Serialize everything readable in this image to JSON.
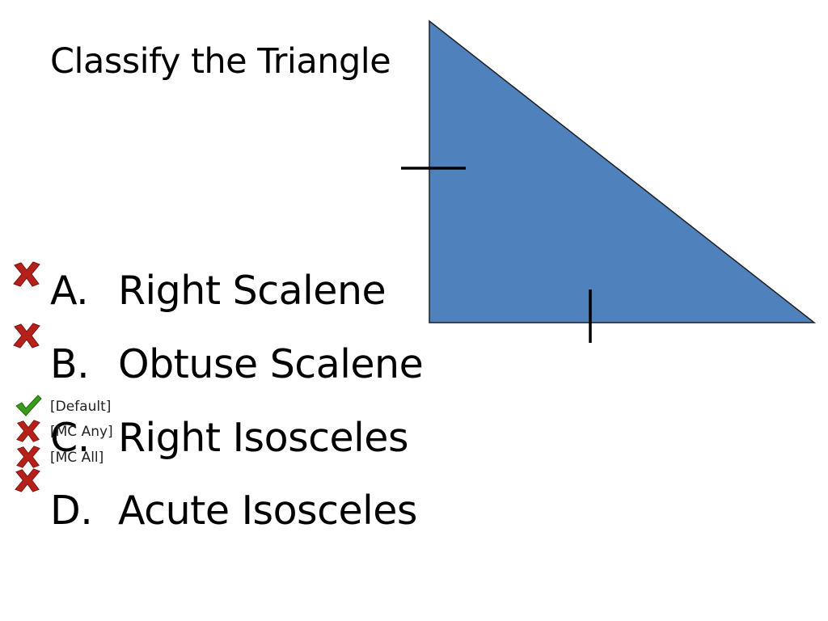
{
  "slide": {
    "title": "Classify the Triangle",
    "options": [
      {
        "letter": "A.",
        "text": "Right Scalene"
      },
      {
        "letter": "B.",
        "text": "Obtuse Scalene"
      },
      {
        "letter": "C.",
        "text": "Right Isosceles"
      },
      {
        "letter": "D.",
        "text": "Acute Isosceles"
      }
    ],
    "answer_tags": {
      "default": "[Default]",
      "mc_any": "[MC Any]",
      "mc_all": "[MC All]"
    }
  },
  "colors": {
    "triangle_fill": "#4f81bd",
    "triangle_stroke": "#1f1f1f",
    "correct": "#3a9a1c",
    "incorrect": "#b5201b"
  },
  "icons": {
    "correct": "check-icon",
    "incorrect": "x-icon"
  }
}
